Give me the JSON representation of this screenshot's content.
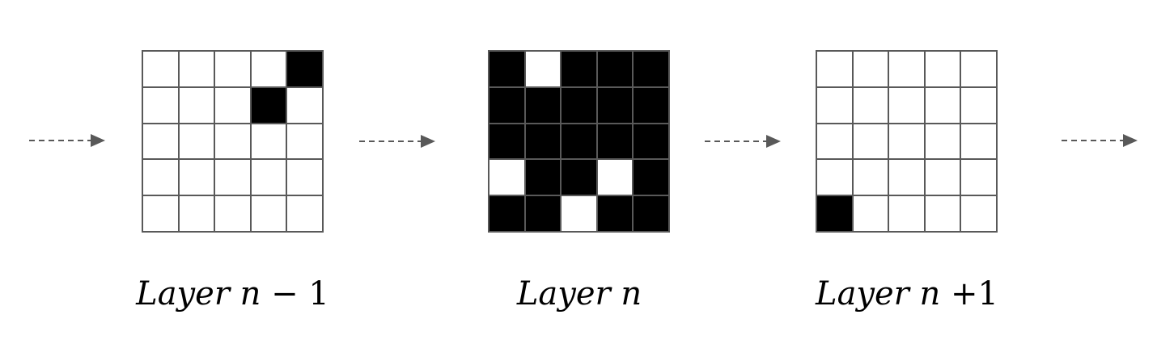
{
  "colors": {
    "cell_on": "#000000",
    "cell_off": "#ffffff",
    "grid_line": "#595959",
    "arrow": "#595959"
  },
  "layers": [
    {
      "label_word": "Layer",
      "label_var": "n",
      "label_op": "−",
      "label_num": "1",
      "cells": [
        [
          0,
          0,
          0,
          0,
          1
        ],
        [
          0,
          0,
          0,
          1,
          0
        ],
        [
          0,
          0,
          0,
          0,
          0
        ],
        [
          0,
          0,
          0,
          0,
          0
        ],
        [
          0,
          0,
          0,
          0,
          0
        ]
      ]
    },
    {
      "label_word": "Layer",
      "label_var": "n",
      "label_op": "",
      "label_num": "",
      "cells": [
        [
          1,
          0,
          1,
          1,
          1
        ],
        [
          1,
          1,
          1,
          1,
          1
        ],
        [
          1,
          1,
          1,
          1,
          1
        ],
        [
          0,
          1,
          1,
          0,
          1
        ],
        [
          1,
          1,
          0,
          1,
          1
        ]
      ]
    },
    {
      "label_word": "Layer",
      "label_var": "n",
      "label_op": "+",
      "label_num": "1",
      "cells": [
        [
          0,
          0,
          0,
          0,
          0
        ],
        [
          0,
          0,
          0,
          0,
          0
        ],
        [
          0,
          0,
          0,
          0,
          0
        ],
        [
          0,
          0,
          0,
          0,
          0
        ],
        [
          1,
          0,
          0,
          0,
          0
        ]
      ]
    }
  ],
  "arrows": [
    "dashed-right-arrow",
    "dashed-right-arrow",
    "dashed-right-arrow",
    "dashed-right-arrow"
  ]
}
